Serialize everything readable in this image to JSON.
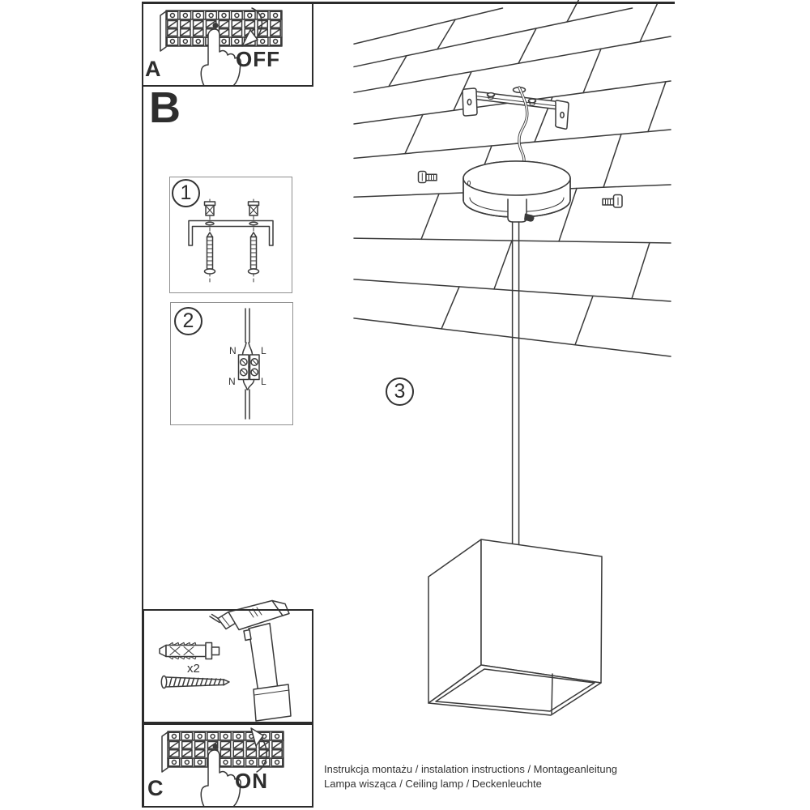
{
  "sections": {
    "a": {
      "label": "A",
      "action": "OFF"
    },
    "b": {
      "label": "B"
    },
    "c": {
      "label": "C",
      "action": "ON"
    }
  },
  "steps": {
    "one": "1",
    "two": "2",
    "three": "3"
  },
  "wiring_labels": {
    "top_n": "N",
    "top_l": "L",
    "bottom_n": "N",
    "bottom_l": "L"
  },
  "tools": {
    "anchor_quantity": "x2"
  },
  "footer": {
    "line1": "Instrukcja montażu / instalation instructions / Montageanleitung",
    "line2": "Lampa wisząca / Ceiling lamp / Deckenleuchte"
  },
  "colors": {
    "ink": "#3a3a3a",
    "frame": "#2b2b2b",
    "light_frame": "#8f8f8f",
    "paper": "#ffffff"
  }
}
